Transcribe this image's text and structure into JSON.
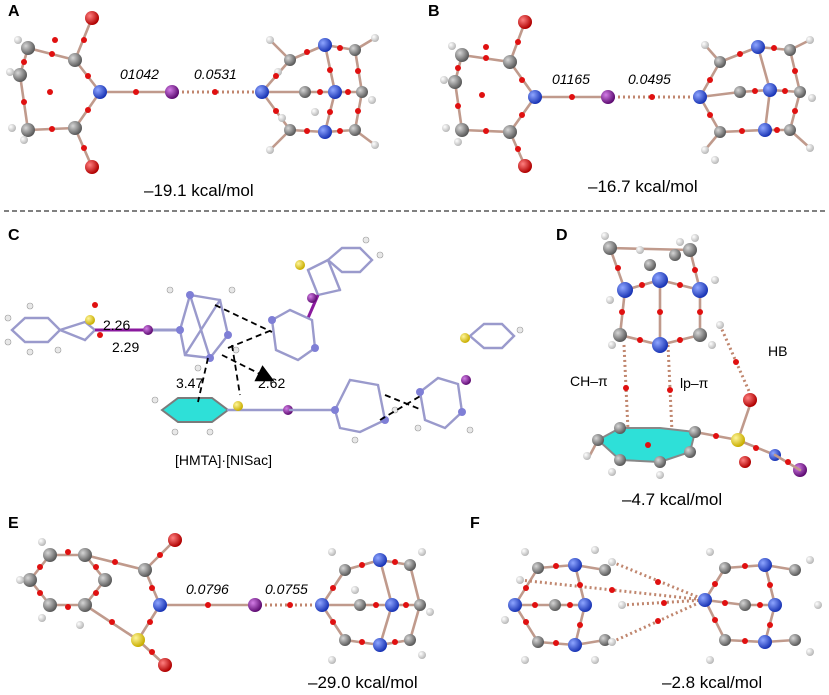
{
  "panels": {
    "A": {
      "letter": "A",
      "bcp_left": "01042",
      "bcp_right": "0.0531",
      "energy": "–19.1 kcal/mol"
    },
    "B": {
      "letter": "B",
      "bcp_left": "01165",
      "bcp_right": "0.0495",
      "energy": "–16.7 kcal/mol"
    },
    "C": {
      "letter": "C",
      "d1": "2.26",
      "d2": "2.29",
      "d3": "3.47",
      "d4": "2.62",
      "caption": "[HMTA]·[NISac]"
    },
    "D": {
      "letter": "D",
      "label_hb": "HB",
      "label_chpi": "CH–π",
      "label_lppi": "lp–π",
      "energy": "–4.7 kcal/mol"
    },
    "E": {
      "letter": "E",
      "bcp_left": "0.0796",
      "bcp_right": "0.0755",
      "energy": "–29.0 kcal/mol"
    },
    "F": {
      "letter": "F",
      "energy": "–2.8 kcal/mol"
    }
  },
  "colors": {
    "carbon": "#7b7b7b",
    "nitrogen": "#2d4fd8",
    "iodine": "#8a1a9e",
    "oxygen": "#e01010",
    "hydrogen": "#f2f2f2",
    "sulfur": "#e8d23a",
    "cp": "#e01010",
    "ring": "#2ee0d8"
  }
}
